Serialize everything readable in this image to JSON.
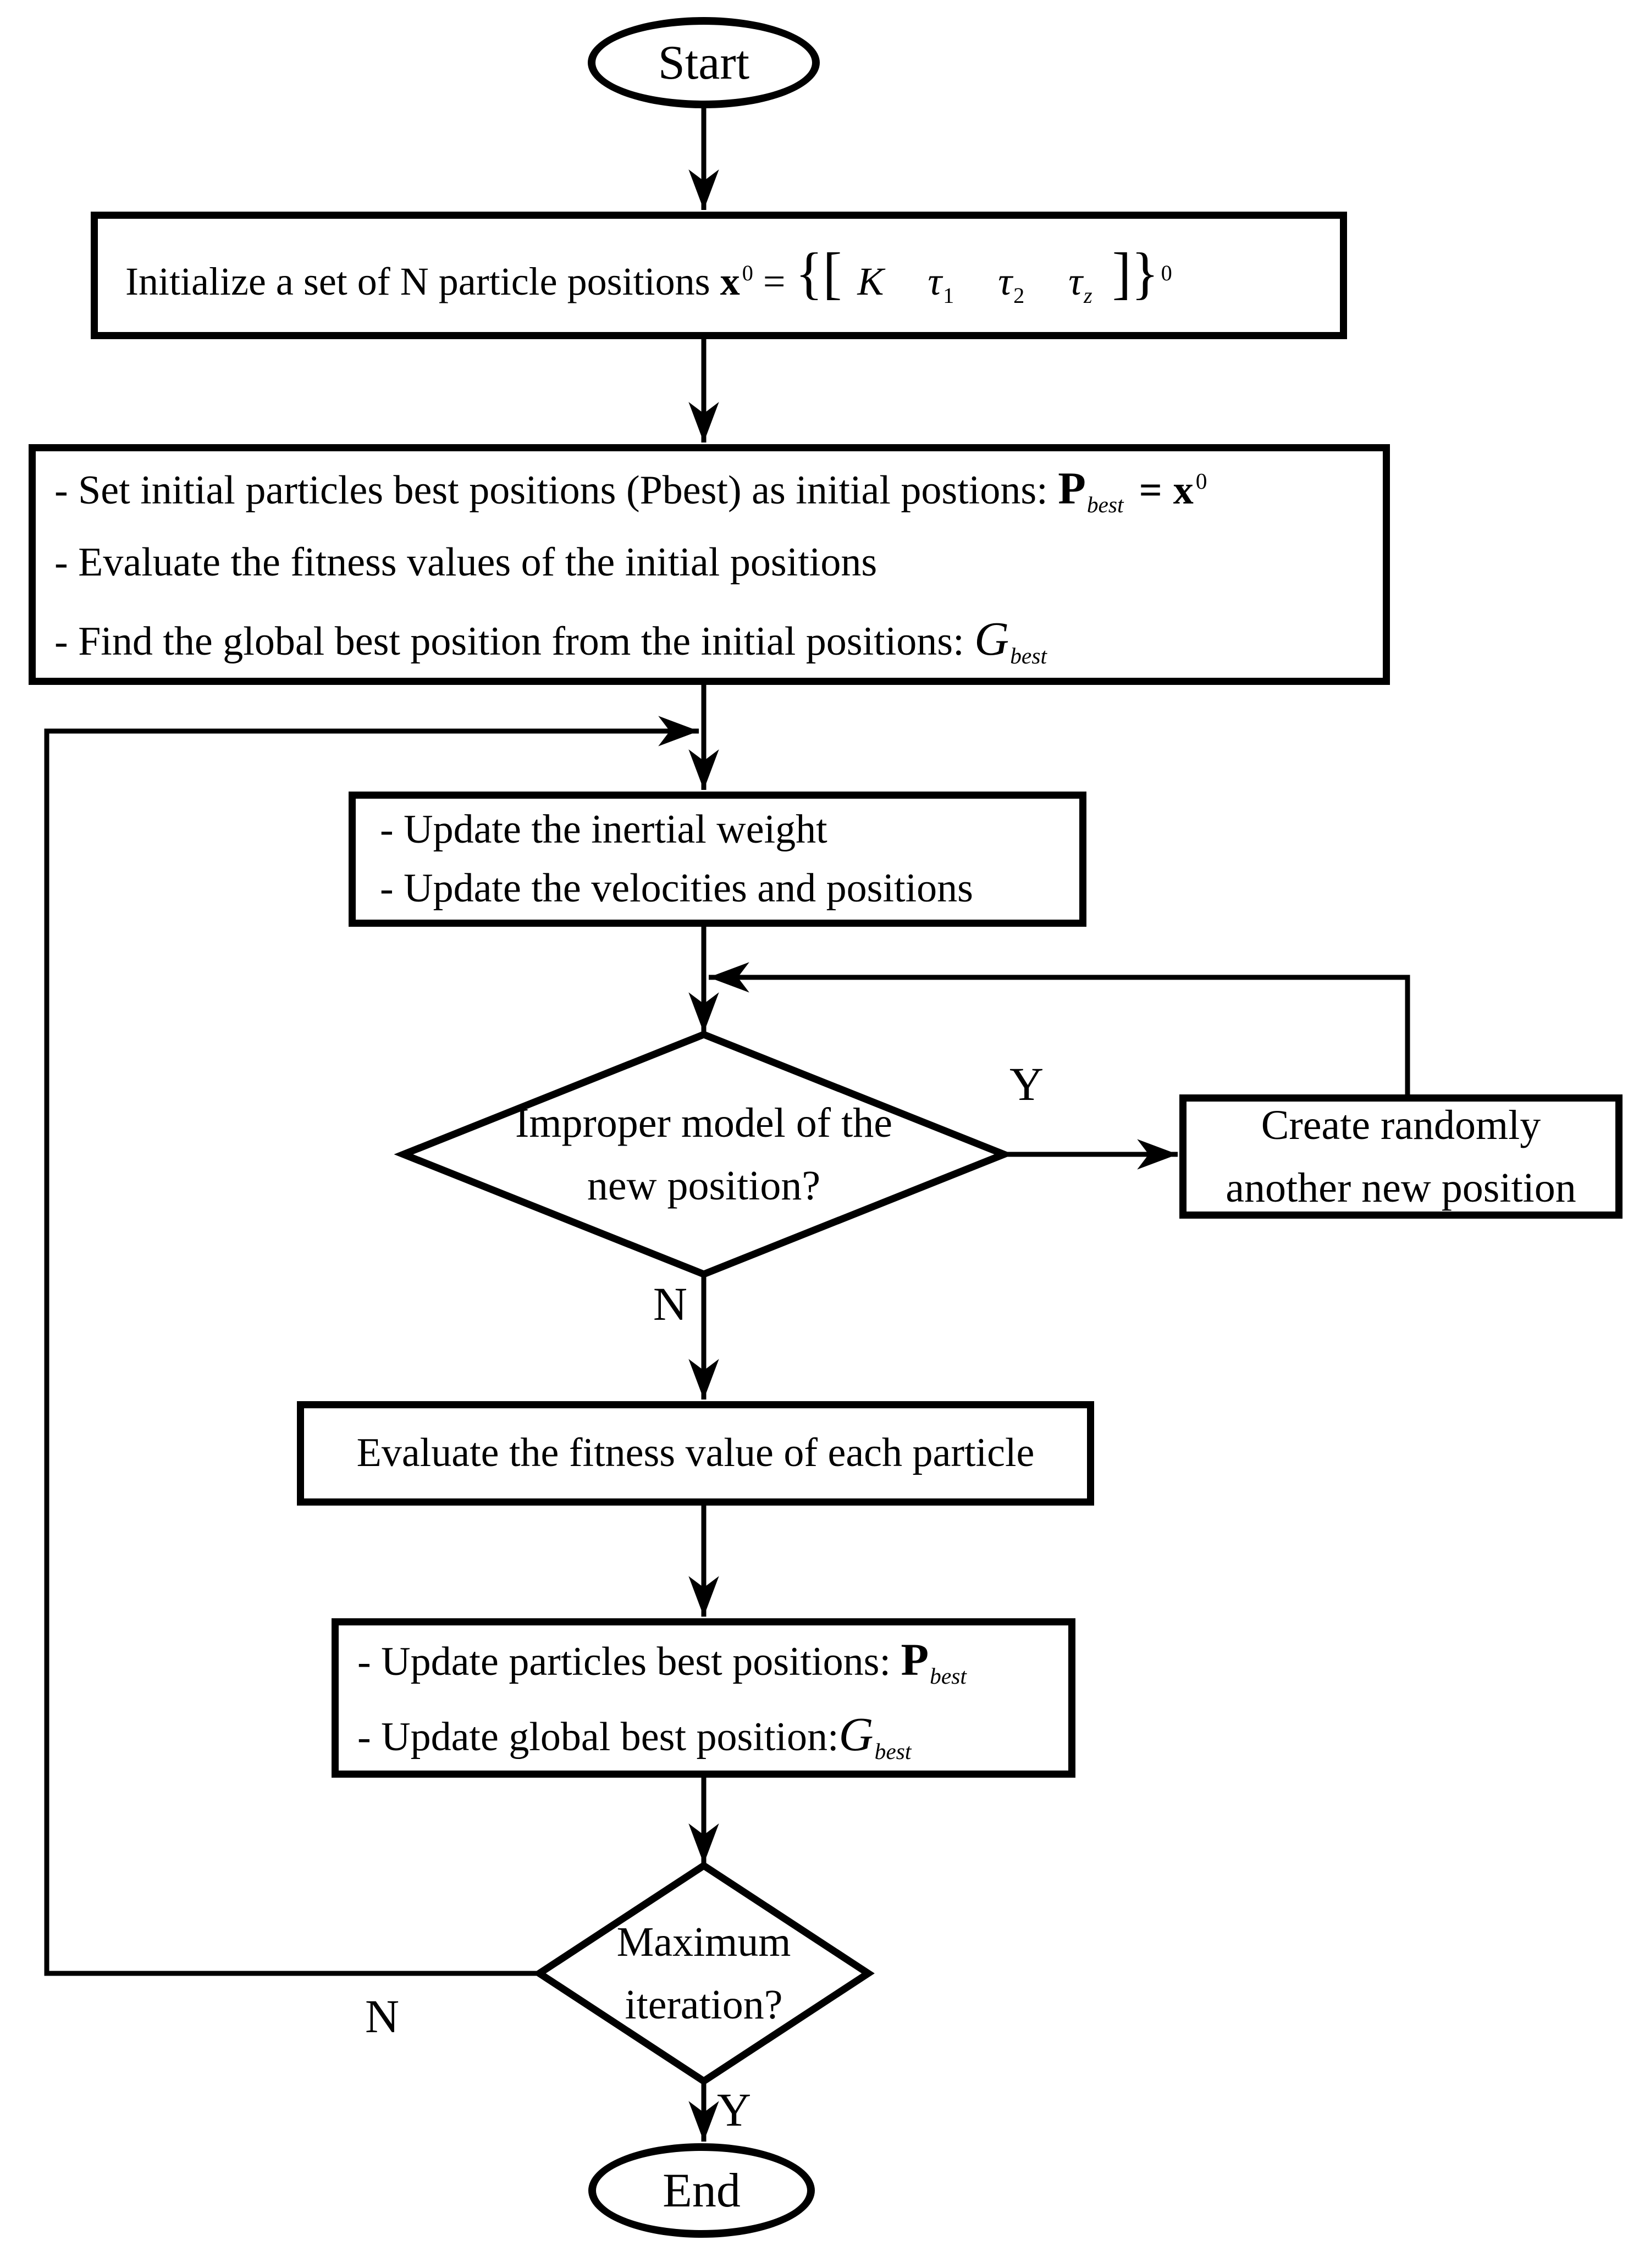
{
  "colors": {
    "ink": "#000000",
    "paper": "#ffffff"
  },
  "labels": {
    "yes": "Y",
    "no": "N"
  },
  "nodes": {
    "start": {
      "label": "Start"
    },
    "init": {
      "segments": [
        {
          "t": "Initialize a set of N particle positions ",
          "s": ""
        },
        {
          "t": "x",
          "s": "b"
        },
        {
          "t": "0",
          "s": "sup"
        },
        {
          "t": " = ",
          "s": ""
        },
        {
          "t": "{[",
          "s": "br"
        },
        {
          "t": "K",
          "s": "i mxs"
        },
        {
          "t": "τ",
          "s": "i mx"
        },
        {
          "t": "1",
          "s": "sub"
        },
        {
          "t": "τ",
          "s": "i mx"
        },
        {
          "t": "2",
          "s": "sub"
        },
        {
          "t": "τ",
          "s": "i mx"
        },
        {
          "t": "z",
          "s": "subi"
        },
        {
          "t": "]}",
          "s": "br mxs"
        },
        {
          "t": "0",
          "s": "sup"
        }
      ]
    },
    "set_initial": {
      "lines": [
        [
          {
            "t": "- Set initial particles best positions (Pbest) as initial postions: ",
            "s": ""
          },
          {
            "t": "P",
            "s": "b bp"
          },
          {
            "t": "best",
            "s": "subi"
          },
          {
            "t": "=",
            "s": "b eq"
          },
          {
            "t": "x",
            "s": "b"
          },
          {
            "t": "0",
            "s": "sup"
          }
        ],
        [
          {
            "t": "- Evaluate the fitness values of the initial positions",
            "s": ""
          }
        ],
        [
          {
            "t": "- Find the global best position from the initial positions: ",
            "s": ""
          },
          {
            "t": "G",
            "s": "gi"
          },
          {
            "t": "best",
            "s": "subi"
          }
        ]
      ]
    },
    "update_weight": {
      "lines": [
        [
          {
            "t": "- Update the inertial weight",
            "s": ""
          }
        ],
        [
          {
            "t": "- Update the velocities and positions",
            "s": ""
          }
        ]
      ]
    },
    "improper_model": {
      "lines": [
        [
          {
            "t": "Improper model of the",
            "s": ""
          }
        ],
        [
          {
            "t": "new position?",
            "s": ""
          }
        ]
      ]
    },
    "create_random": {
      "lines": [
        [
          {
            "t": "Create randomly",
            "s": ""
          }
        ],
        [
          {
            "t": "another new position",
            "s": ""
          }
        ]
      ]
    },
    "evaluate_fitness": {
      "segments": [
        {
          "t": "Evaluate the fitness value of each particle",
          "s": ""
        }
      ]
    },
    "update_best": {
      "lines": [
        [
          {
            "t": "- Update particles best positions: ",
            "s": ""
          },
          {
            "t": "P",
            "s": "b bp"
          },
          {
            "t": "best",
            "s": "subi"
          }
        ],
        [
          {
            "t": "- Update global best position:",
            "s": ""
          },
          {
            "t": "G",
            "s": "gi"
          },
          {
            "t": "best",
            "s": "subi"
          }
        ]
      ]
    },
    "max_iteration": {
      "lines": [
        [
          {
            "t": "Maximum",
            "s": ""
          }
        ],
        [
          {
            "t": "iteration?",
            "s": ""
          }
        ]
      ]
    },
    "end": {
      "label": "End"
    }
  }
}
